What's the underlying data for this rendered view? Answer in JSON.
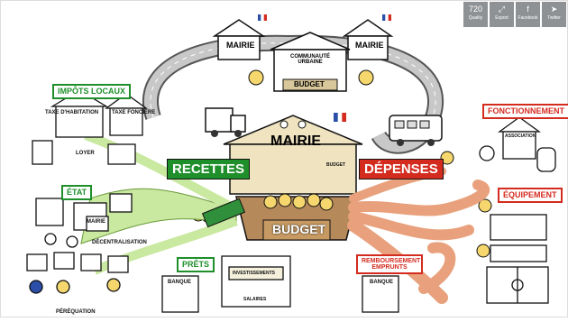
{
  "toolbar": {
    "quality_value": "720",
    "quality_label": "Quality",
    "export_label": "Export",
    "facebook_label": "Facebook",
    "twitter_label": "Twitter"
  },
  "illustration": {
    "mairie_left": "MAIRIE",
    "mairie_right": "MAIRIE",
    "communaute": "COMMUNAUTÉ URBAINE",
    "budget_top": "BUDGET",
    "mairie_center": "MAIRIE",
    "budget_center": "BUDGET",
    "recettes": "RECETTES",
    "depenses": "DÉPENSES",
    "impots_locaux": "IMPÔTS LOCAUX",
    "taxe_habitation": "TAXE D'HABITATION",
    "taxe_fonciere": "TAXE FONCIÈRE",
    "loyer": "LOYER",
    "etat": "ÉTAT",
    "mairie_small": "MAIRIE",
    "decentralisation": "DÉCENTRALISATION",
    "perequation": "PÉRÉQUATION",
    "prets": "PRÊTS",
    "banque_left": "BANQUE",
    "investissements": "INVESTISSEMENTS",
    "salaires": "SALAIRES",
    "remboursement": "REMBOURSEMENT EMPRUNTS",
    "banque_right": "BANQUE",
    "fonctionnement": "FONCTIONNEMENT",
    "association": "ASSOCIATION",
    "equipement": "ÉQUIPEMENT",
    "budget_board": "BUDGET"
  },
  "colors": {
    "green": "#1e8f2a",
    "red": "#d42b1f",
    "salmon": "#e8a17c",
    "light_green": "#c9e8a0",
    "beige": "#efe3c0",
    "road": "#c8c8c8",
    "toolbar": "#8f9295"
  }
}
